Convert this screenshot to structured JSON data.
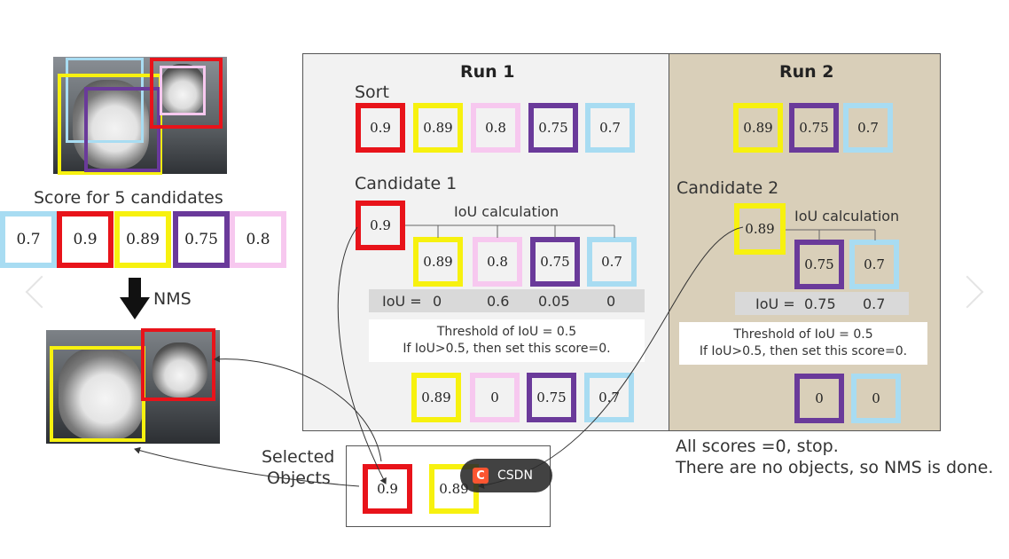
{
  "run1": {
    "title": "Run 1",
    "sort_label": "Sort",
    "sorted": [
      "0.9",
      "0.89",
      "0.8",
      "0.75",
      "0.7"
    ],
    "candidate_label": "Candidate 1",
    "candidate_value": "0.9",
    "iou_calc_label": "IoU calculation",
    "compare": [
      "0.89",
      "0.8",
      "0.75",
      "0.7"
    ],
    "iou_prefix": "IoU =",
    "iou_values": [
      "0",
      "0.6",
      "0.05",
      "0"
    ],
    "threshold_line1": "Threshold of IoU = 0.5",
    "threshold_line2": "If IoU>0.5, then set this score=0.",
    "result": [
      "0.89",
      "0",
      "0.75",
      "0.7"
    ]
  },
  "run2": {
    "title": "Run 2",
    "sorted": [
      "0.89",
      "0.75",
      "0.7"
    ],
    "candidate_label": "Candidate 2",
    "candidate_value": "0.89",
    "iou_calc_label": "IoU calculation",
    "compare": [
      "0.75",
      "0.7"
    ],
    "iou_prefix": "IoU =",
    "iou_values": [
      "0.75",
      "0.7"
    ],
    "threshold_line1": "Threshold of IoU = 0.5",
    "threshold_line2": "If IoU>0.5, then set this score=0.",
    "result": [
      "0",
      "0"
    ]
  },
  "left": {
    "score_label": "Score for 5 candidates",
    "candidates": [
      "0.7",
      "0.9",
      "0.89",
      "0.75",
      "0.8"
    ],
    "nms_label": "NMS"
  },
  "selected": {
    "label_line1": "Selected",
    "label_line2": "Objects",
    "values": [
      "0.9",
      "0.89"
    ]
  },
  "final": {
    "line1": "All scores =0, stop.",
    "line2": "There are no objects, so NMS is done."
  },
  "watermark": {
    "text": "CSDN",
    "logo": "C"
  },
  "colors": {
    "red": "#e8131a",
    "yellow": "#f7f10f",
    "pink": "#f7c8ef",
    "purple": "#6a3a9a",
    "blue": "#a8dcf2",
    "run1_bg": "#f2f2f2",
    "run2_bg": "#d9cfb9",
    "iou_bar": "#d9d9d9"
  },
  "icons": [
    "down-arrow-icon",
    "prev-arrow-icon",
    "next-arrow-icon",
    "dog-photo"
  ]
}
